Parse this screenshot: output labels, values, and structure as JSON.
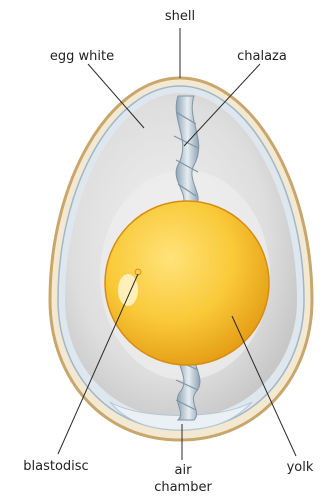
{
  "labels": {
    "shell": "shell",
    "egg_white": "egg white",
    "chalaza": "chalaza",
    "blastodisc": "blastodisc",
    "air_chamber_line1": "air",
    "air_chamber_line2": "chamber",
    "yolk": "yolk"
  },
  "colors": {
    "shell_outer": "#c9a66b",
    "shell_fill": "#f3e9d2",
    "membrane": "#9fb7c9",
    "egg_white": "#e4e4e4",
    "chalaza": "#aebfcc",
    "yolk_outer": "#e8a21a",
    "yolk_inner": "#ffd84d",
    "leader": "#2a2a2a"
  }
}
